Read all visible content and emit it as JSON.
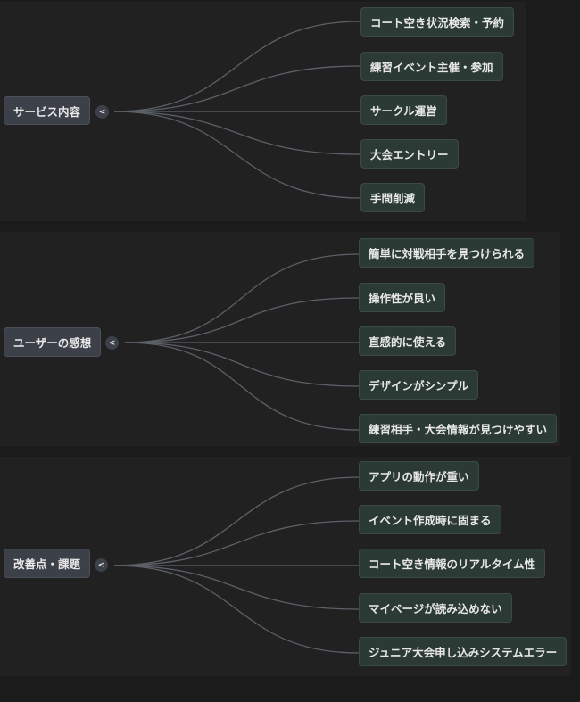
{
  "groups": [
    {
      "root": "サービス内容",
      "toggle": "<",
      "items": [
        "コート空き状況検索・予約",
        "練習イベント主催・参加",
        "サークル運営",
        "大会エントリー",
        "手間削減"
      ]
    },
    {
      "root": "ユーザーの感想",
      "toggle": "<",
      "items": [
        "簡単に対戦相手を見つけられる",
        "操作性が良い",
        "直感的に使える",
        "デザインがシンプル",
        "練習相手・大会情報が見つけやすい"
      ]
    },
    {
      "root": "改善点・課題",
      "toggle": "<",
      "items": [
        "アプリの動作が重い",
        "イベント作成時に固まる",
        "コート空き情報のリアルタイム性",
        "マイページが読み込めない",
        "ジュニア大会申し込みシステムエラー"
      ]
    }
  ],
  "colors": {
    "root_bg": "#3c4049",
    "leaf_bg": "#2c3a35",
    "edge": "#5c6068"
  }
}
